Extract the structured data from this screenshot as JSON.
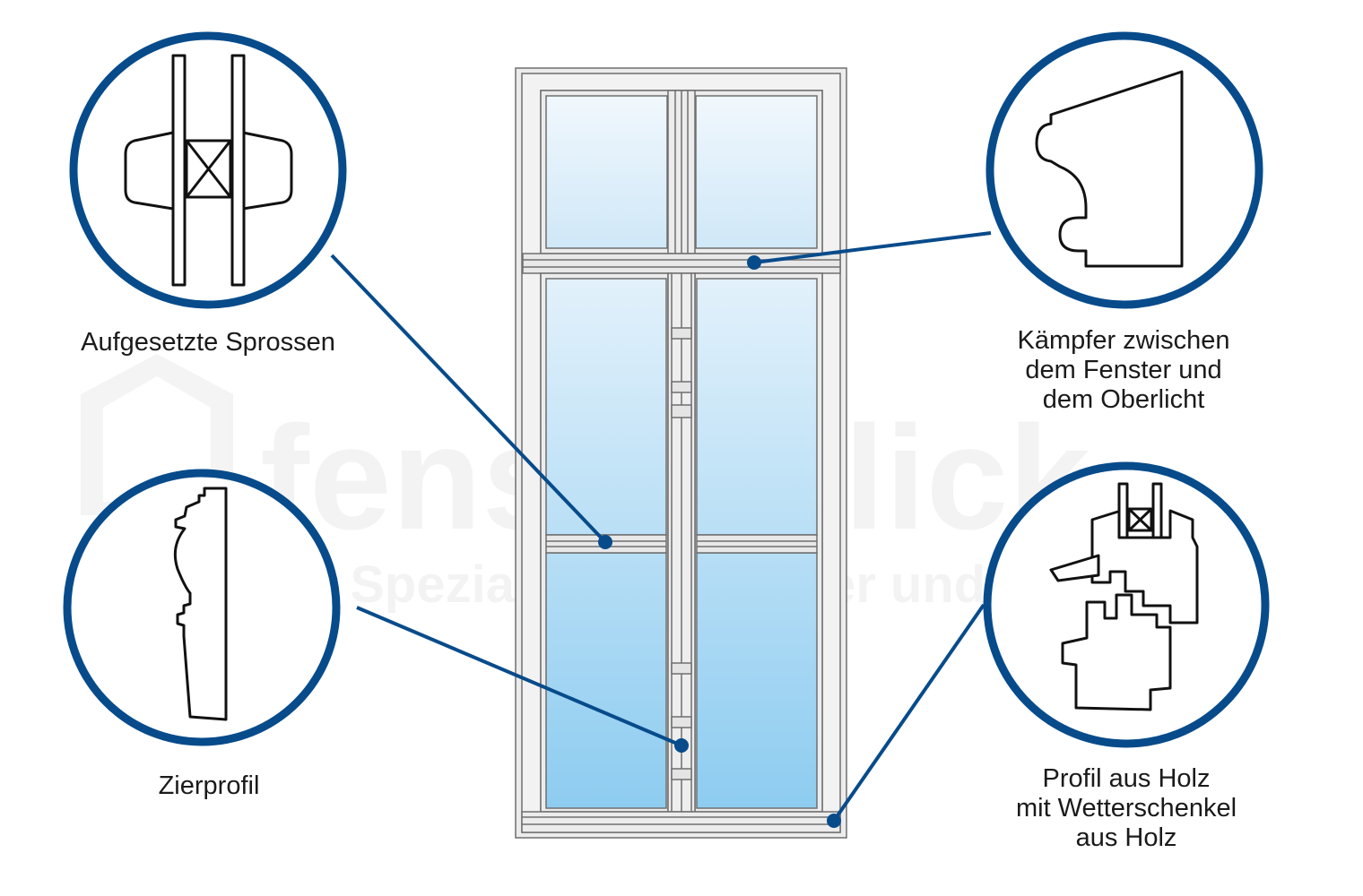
{
  "watermark": {
    "brand": "fensterblick",
    "tagline": "Ihr Spezialist für Fenster und Türen"
  },
  "callouts": {
    "aufgesetzte_sprossen": {
      "lines": [
        "Aufgesetzte Sprossen"
      ]
    },
    "zierprofil": {
      "lines": [
        "Zierprofil"
      ]
    },
    "kaempfer": {
      "lines": [
        "Kämpfer zwischen",
        "dem Fenster und",
        "dem Oberlicht"
      ]
    },
    "profil_holz": {
      "lines": [
        "Profil aus Holz",
        "mit Wetterschenkel",
        "aus Holz"
      ]
    }
  },
  "colors": {
    "accent_blue": "#074b8b",
    "frame_fill": "#ececec",
    "frame_stroke": "#6f6f6f",
    "glass_top": "#e6f2fb",
    "glass_bottom": "#8ccbef",
    "text": "#1a1a1a"
  }
}
